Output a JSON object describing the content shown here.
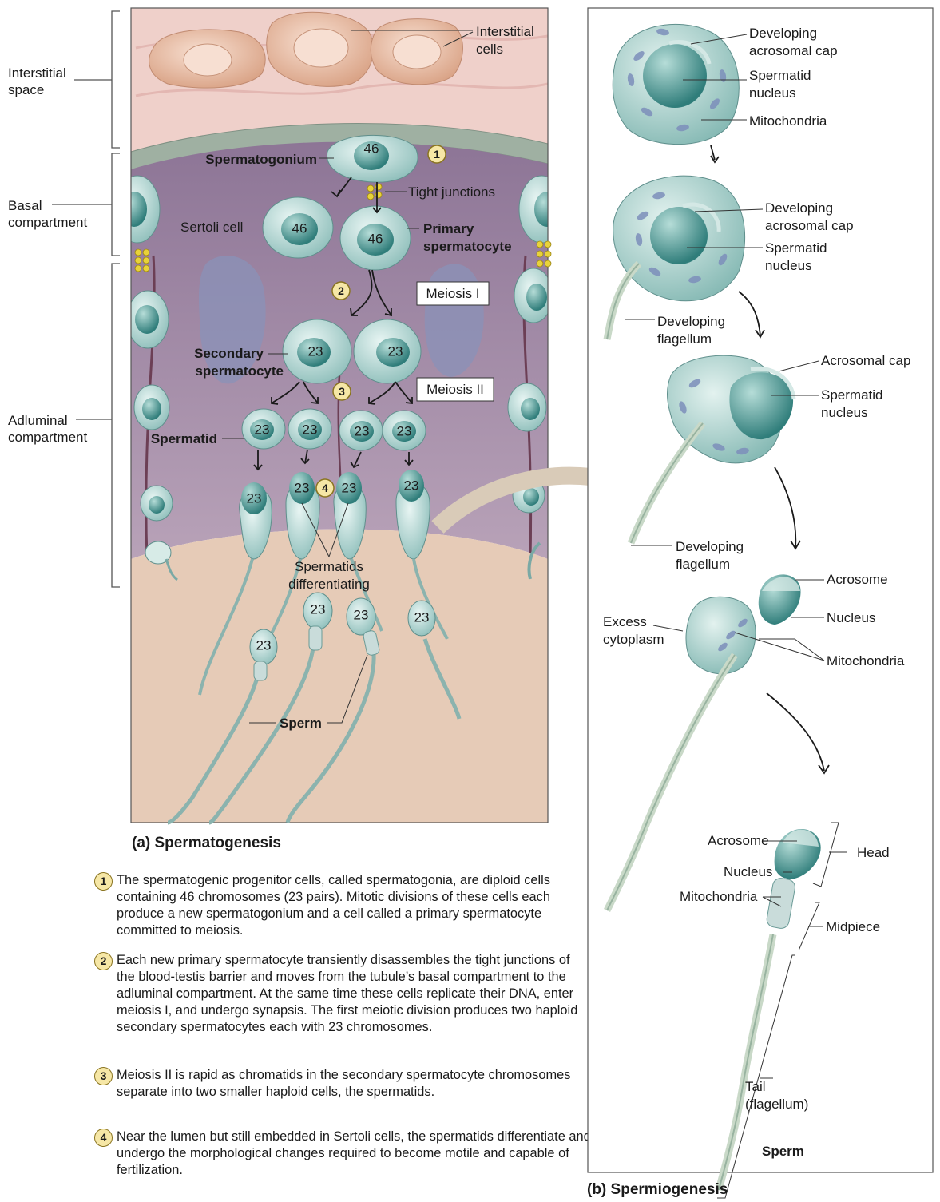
{
  "panel_a": {
    "caption": "(a) Spermatogenesis",
    "region_labels": {
      "interstitial_space": [
        "Interstitial",
        "space"
      ],
      "basal_compartment": [
        "Basal",
        "compartment"
      ],
      "adluminal_compartment": [
        "Adluminal",
        "compartment"
      ]
    },
    "labels": {
      "interstitial_cells": [
        "Interstitial",
        "cells"
      ],
      "spermatogonium": "Spermatogonium",
      "tight_junctions": "Tight junctions",
      "sertoli_cell": "Sertoli cell",
      "primary_spermatocyte": [
        "Primary",
        "spermatocyte"
      ],
      "meiosis_1": "Meiosis I",
      "meiosis_2": "Meiosis II",
      "secondary_spermatocyte": [
        "Secondary",
        "spermatocyte"
      ],
      "spermatid": "Spermatid",
      "spermatids_differentiating": [
        "Spermatids",
        "differentiating"
      ],
      "sperm": "Sperm"
    },
    "chromosome_counts": {
      "spermatogonium": "46",
      "diploid_daughter": "46",
      "primary": "46",
      "secondary_left": "23",
      "secondary_right": "23",
      "spermatid_1": "23",
      "spermatid_2": "23",
      "spermatid_3": "23",
      "spermatid_4": "23",
      "diff_1": "23",
      "diff_2": "23",
      "diff_3": "23",
      "diff_4": "23",
      "sperm_1": "23",
      "sperm_2": "23",
      "sperm_3": "23",
      "sperm_4": "23"
    },
    "step_markers": [
      "1",
      "2",
      "3",
      "4"
    ],
    "steps": [
      {
        "num": "1",
        "text": "The spermatogenic progenitor cells, called spermatogonia, are diploid cells containing 46 chromosomes (23 pairs). Mitotic divisions of these cells each produce a new spermatogonium and a cell called a primary spermatocyte committed to meiosis."
      },
      {
        "num": "2",
        "text": "Each new primary spermatocyte transiently disassembles the tight junctions of the blood-testis barrier and moves from the tubule’s basal compartment to the adluminal compartment. At the same time these cells replicate their DNA, enter meiosis I, and undergo synapsis. The first meiotic division produces two haploid secondary spermatocytes each with 23 chromosomes."
      },
      {
        "num": "3",
        "text": "Meiosis II is rapid as chromatids in the secondary spermatocyte chromosomes separate into two smaller haploid cells, the spermatids."
      },
      {
        "num": "4",
        "text": "Near the lumen but still embedded in Sertoli cells, the spermatids differentiate and undergo the morphological changes required to become motile and capable of fertilization."
      }
    ]
  },
  "panel_b": {
    "caption": "(b) Spermiogenesis",
    "stage1": {
      "developing_acrosomal_cap": [
        "Developing",
        "acrosomal cap"
      ],
      "spermatid_nucleus": [
        "Spermatid",
        "nucleus"
      ],
      "mitochondria": "Mitochondria"
    },
    "stage2": {
      "developing_acrosomal_cap": [
        "Developing",
        "acrosomal cap"
      ],
      "spermatid_nucleus": [
        "Spermatid",
        "nucleus"
      ],
      "developing_flagellum": [
        "Developing",
        "flagellum"
      ]
    },
    "stage3": {
      "acrosomal_cap": "Acrosomal cap",
      "spermatid_nucleus": [
        "Spermatid",
        "nucleus"
      ],
      "developing_flagellum": [
        "Developing",
        "flagellum"
      ]
    },
    "stage4": {
      "acrosome": "Acrosome",
      "nucleus": "Nucleus",
      "excess_cytoplasm": [
        "Excess",
        "cytoplasm"
      ],
      "mitochondria": "Mitochondria"
    },
    "stage5": {
      "acrosome": "Acrosome",
      "nucleus": "Nucleus",
      "mitochondria": "Mitochondria",
      "head": "Head",
      "midpiece": "Midpiece",
      "tail": [
        "Tail",
        "(flagellum)"
      ],
      "sperm": "Sperm"
    }
  },
  "colors": {
    "interstitial_bg": "#efcfc9",
    "interstitial_cell": "#e9b79b",
    "sertoli_bg": "#a993ab",
    "sertoli_dark": "#8b7394",
    "lumen": "#e8cdb9",
    "cell_fill": "#bcdcd8",
    "nucleus_fill": "#3f8f8c",
    "marker_fill": "#f6e7a6",
    "tight_junction": "#e8d23a"
  }
}
